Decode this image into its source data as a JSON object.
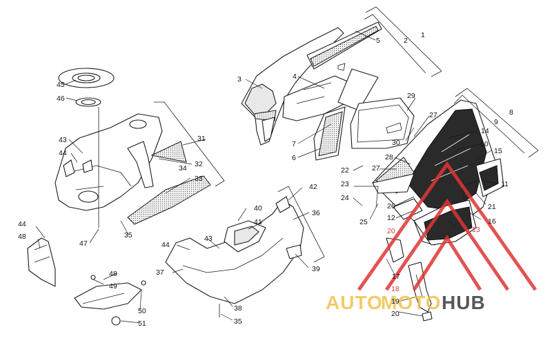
{
  "callouts": [
    {
      "id": "c1",
      "text": "1"
    },
    {
      "id": "c2",
      "text": "2"
    },
    {
      "id": "c3",
      "text": "3"
    },
    {
      "id": "c4",
      "text": "4"
    },
    {
      "id": "c5",
      "text": "5"
    },
    {
      "id": "c6",
      "text": "6"
    },
    {
      "id": "c7",
      "text": "7"
    },
    {
      "id": "c8",
      "text": "8"
    },
    {
      "id": "c9",
      "text": "9"
    },
    {
      "id": "c10",
      "text": "10"
    },
    {
      "id": "c11",
      "text": "11"
    },
    {
      "id": "c12",
      "text": "12"
    },
    {
      "id": "c13",
      "text": "13"
    },
    {
      "id": "c14",
      "text": "14"
    },
    {
      "id": "c15",
      "text": "15"
    },
    {
      "id": "c16",
      "text": "16"
    },
    {
      "id": "c17",
      "text": "17"
    },
    {
      "id": "c18",
      "text": "18"
    },
    {
      "id": "c19",
      "text": "19"
    },
    {
      "id": "c20a",
      "text": "20"
    },
    {
      "id": "c20b",
      "text": "20"
    },
    {
      "id": "c21",
      "text": "21"
    },
    {
      "id": "c22",
      "text": "22"
    },
    {
      "id": "c23",
      "text": "23"
    },
    {
      "id": "c24",
      "text": "24"
    },
    {
      "id": "c25",
      "text": "25"
    },
    {
      "id": "c26",
      "text": "26"
    },
    {
      "id": "c27a",
      "text": "27"
    },
    {
      "id": "c27b",
      "text": "27"
    },
    {
      "id": "c28",
      "text": "28"
    },
    {
      "id": "c29",
      "text": "29"
    },
    {
      "id": "c30",
      "text": "30"
    },
    {
      "id": "c31",
      "text": "31"
    },
    {
      "id": "c32",
      "text": "32"
    },
    {
      "id": "c33",
      "text": "33"
    },
    {
      "id": "c34",
      "text": "34"
    },
    {
      "id": "c35a",
      "text": "35"
    },
    {
      "id": "c35b",
      "text": "35"
    },
    {
      "id": "c36",
      "text": "36"
    },
    {
      "id": "c37",
      "text": "37"
    },
    {
      "id": "c38",
      "text": "38"
    },
    {
      "id": "c39",
      "text": "39"
    },
    {
      "id": "c40",
      "text": "40"
    },
    {
      "id": "c41",
      "text": "41"
    },
    {
      "id": "c42",
      "text": "42"
    },
    {
      "id": "c43a",
      "text": "43"
    },
    {
      "id": "c43b",
      "text": "43"
    },
    {
      "id": "c44a",
      "text": "44"
    },
    {
      "id": "c44b",
      "text": "44"
    },
    {
      "id": "c44c",
      "text": "44"
    },
    {
      "id": "c45",
      "text": "45"
    },
    {
      "id": "c46",
      "text": "46"
    },
    {
      "id": "c47",
      "text": "47"
    },
    {
      "id": "c48a",
      "text": "48"
    },
    {
      "id": "c48b",
      "text": "48"
    },
    {
      "id": "c49",
      "text": "49"
    },
    {
      "id": "c50",
      "text": "50"
    },
    {
      "id": "c51",
      "text": "51"
    }
  ],
  "watermark": {
    "text_auto": "AUTO",
    "text_moto": "MOTO",
    "text_hub": "HUB",
    "color_auto": "#f2c14e",
    "color_moto": "#f2c14e",
    "color_hub": "#3a3a3a",
    "logo_color": "#e03535"
  }
}
